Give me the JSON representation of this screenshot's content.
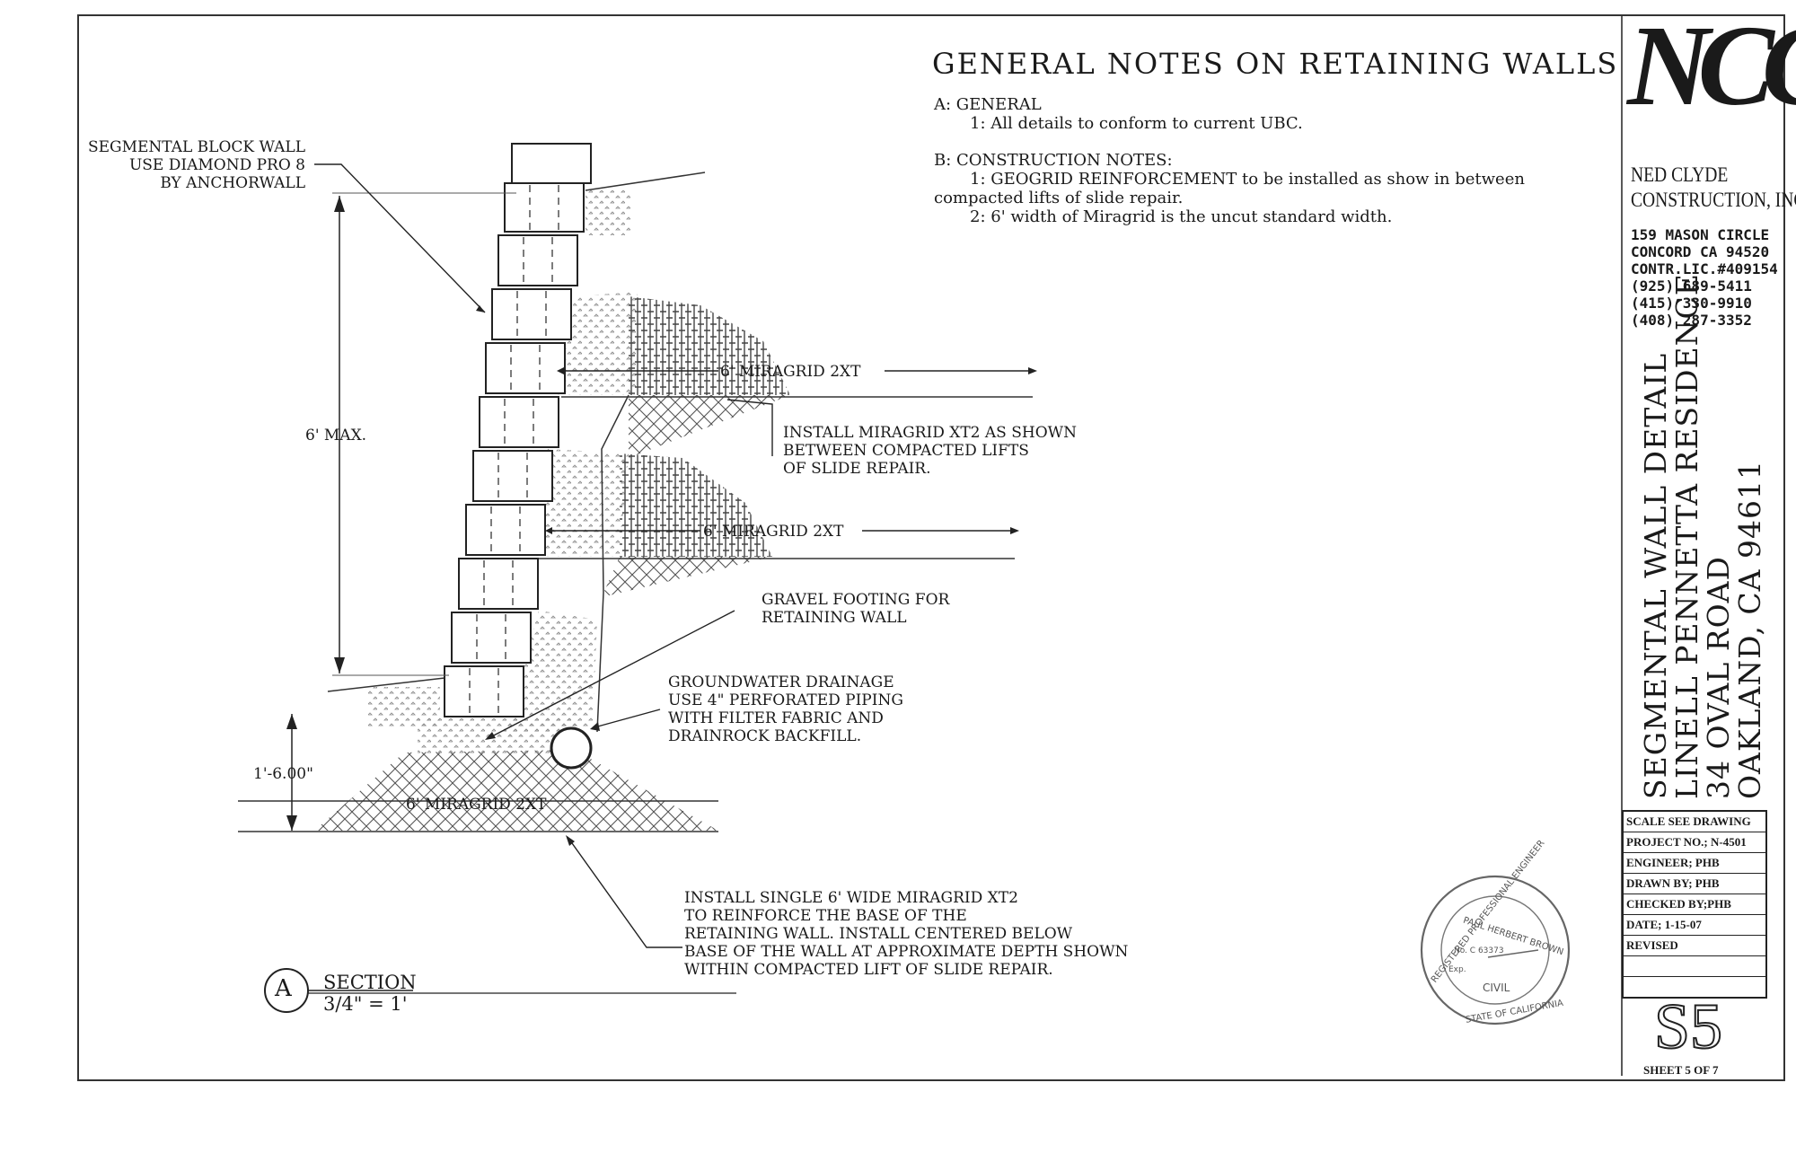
{
  "notes": {
    "title": "GENERAL NOTES ON RETAINING WALLS",
    "section_a": "A: GENERAL",
    "a1": "1: All details to conform to current UBC.",
    "section_b": "B: CONSTRUCTION NOTES:",
    "b1_line1": "1: GEOGRID REINFORCEMENT to be installed as show in between",
    "b1_line2": "compacted lifts of slide repair.",
    "b2": "2: 6' width of Miragrid is the uncut standard width."
  },
  "labels": {
    "block_wall": [
      "SEGMENTAL BLOCK WALL",
      "USE DIAMOND PRO 8",
      "BY ANCHORWALL"
    ],
    "max_height": "6' MAX.",
    "miragrid_upper": "6' MIRAGRID 2XT",
    "miragrid_middle": "6' MIRAGRID 2XT",
    "miragrid_base": "6' MIRAGRID 2XT",
    "install_xt2": [
      "INSTALL MIRAGRID XT2 AS SHOWN",
      "BETWEEN COMPACTED LIFTS",
      "OF SLIDE REPAIR."
    ],
    "gravel_footing": [
      "GRAVEL FOOTING FOR",
      "RETAINING WALL"
    ],
    "groundwater": [
      "GROUNDWATER DRAINAGE",
      "USE 4\" PERFORATED PIPING",
      "WITH FILTER FABRIC AND",
      "DRAINROCK BACKFILL."
    ],
    "footing_depth": "1'-6.00\"",
    "install_single": [
      "INSTALL SINGLE 6' WIDE MIRAGRID XT2",
      "TO REINFORCE THE BASE OF THE",
      "RETAINING WALL.  INSTALL CENTERED BELOW",
      "BASE OF THE WALL AT APPROXIMATE DEPTH SHOWN",
      "WITHIN COMPACTED LIFT OF SLIDE REPAIR."
    ],
    "section_letter": "A",
    "section_word": "SECTION",
    "section_scale": "3/4\" = 1'"
  },
  "titleblock": {
    "logo": "NCC",
    "company_line1": "NED CLYDE",
    "company_line2": "CONSTRUCTION, INC.",
    "address": [
      "159 MASON CIRCLE",
      "CONCORD CA 94520",
      "CONTR.LIC.#409154",
      "(925) 689-5411",
      "(415) 330-9910",
      "(408) 287-3352"
    ],
    "drawing_title": [
      "SEGMENTAL WALL DETAIL",
      "LINELL PENNETTA RESIDENCE",
      "34 OVAL ROAD",
      "OAKLAND, CA  94611"
    ],
    "rows": [
      "SCALE SEE DRAWING",
      "PROJECT NO.; N-4501",
      "ENGINEER; PHB",
      "DRAWN BY; PHB",
      "CHECKED BY;PHB",
      "DATE;    1-15-07",
      "REVISED",
      "",
      ""
    ],
    "sheet_number": "S5",
    "sheet_label": "SHEET   5 OF 7"
  },
  "stamp": {
    "text_outer_top": "REGISTERED PROFESSIONAL ENGINEER",
    "name": "PAUL HERBERT BROWN",
    "number": "No. C 63373",
    "exp": "Exp.",
    "discipline": "CIVIL",
    "state": "STATE OF CALIFORNIA"
  }
}
